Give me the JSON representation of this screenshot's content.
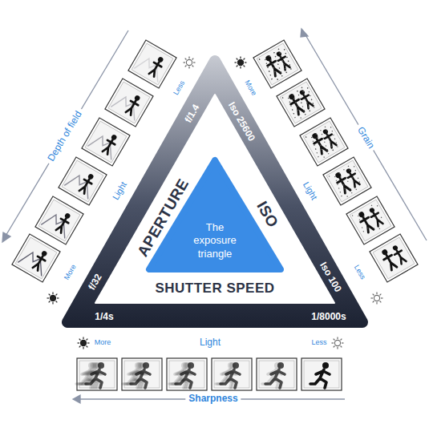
{
  "diagram": {
    "nodes": [
      {
        "text": [
          "APERTURE",
          "ISO",
          "SHUTTER SPEED"
        ]
      },
      {
        "text": [
          "The exposure triangle"
        ],
        "in": 0
      }
    ],
    "labels": [
      "Depth of field",
      "Less",
      "Light",
      "More",
      "f/1.4",
      "f/32",
      "Grain",
      "More",
      "Light",
      "Less",
      "Iso 25600",
      "Iso 100",
      "1/4s",
      "1/8000s",
      "More",
      "Light",
      "Less",
      "Sharpness"
    ]
  }
}
